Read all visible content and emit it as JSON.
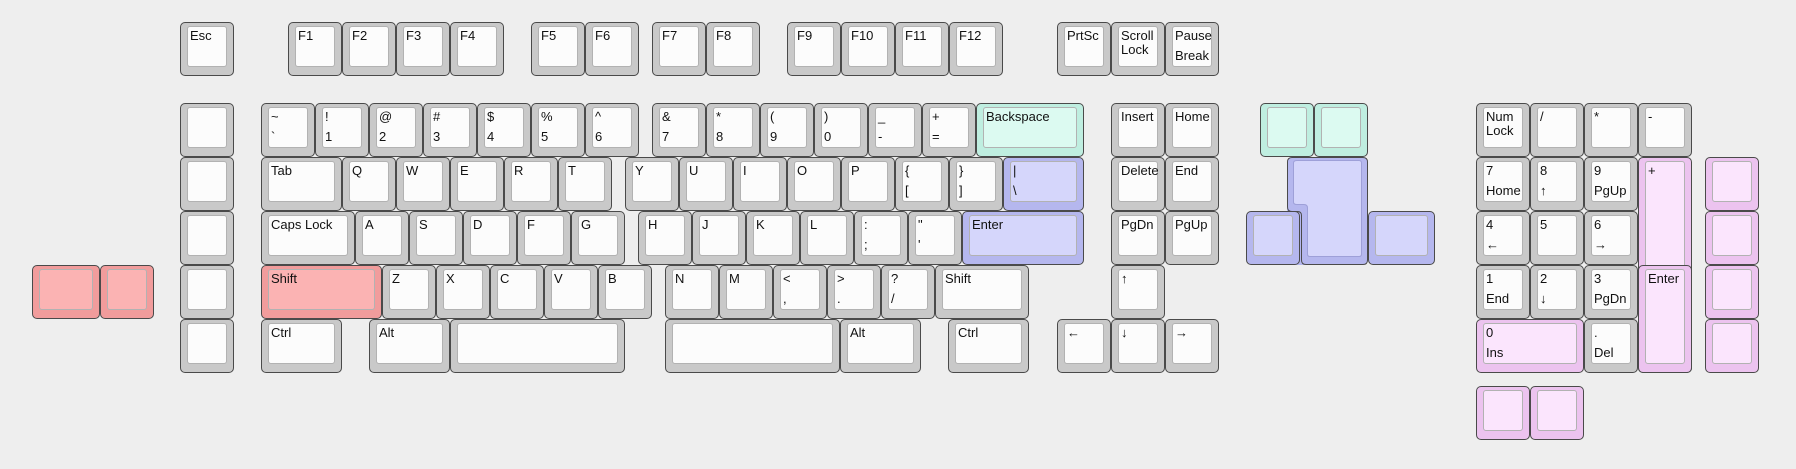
{
  "colors": {
    "background": "#eeeeee",
    "key_default": "#c9c9c9",
    "cap_default": "#fcfcfc",
    "key_red": "#f19c9c",
    "cap_red": "#fbb3b3",
    "key_mint": "#bfeee0",
    "cap_mint": "#dcfaf1",
    "key_blue": "#b5b7ee",
    "cap_blue": "#d5d6fb",
    "key_pink": "#ecc3ef",
    "cap_pink": "#fbe5fd"
  },
  "keys": {
    "esc": "Esc",
    "f1": "F1",
    "f2": "F2",
    "f3": "F3",
    "f4": "F4",
    "f5": "F5",
    "f6": "F6",
    "f7": "F7",
    "f8": "F8",
    "f9": "F9",
    "f10": "F10",
    "f11": "F11",
    "f12": "F12",
    "prtsc": "PrtSc",
    "scroll_lock": "Scroll\nLock",
    "pause_top": "Pause",
    "pause_bottom": "Break",
    "tilde_top": "~",
    "tilde_bottom": "`",
    "n1_top": "!",
    "n1_bottom": "1",
    "n2_top": "@",
    "n2_bottom": "2",
    "n3_top": "#",
    "n3_bottom": "3",
    "n4_top": "$",
    "n4_bottom": "4",
    "n5_top": "%",
    "n5_bottom": "5",
    "n6_top": "^",
    "n6_bottom": "6",
    "n7_top": "&",
    "n7_bottom": "7",
    "n8_top": "*",
    "n8_bottom": "8",
    "n9_top": "(",
    "n9_bottom": "9",
    "n0_top": ")",
    "n0_bottom": "0",
    "minus_top": "_",
    "minus_bottom": "-",
    "equals_top": "+",
    "equals_bottom": "=",
    "backspace": "Backspace",
    "insert": "Insert",
    "home": "Home",
    "tab": "Tab",
    "q": "Q",
    "w": "W",
    "e": "E",
    "r": "R",
    "t": "T",
    "y": "Y",
    "u": "U",
    "i": "I",
    "o": "O",
    "p": "P",
    "lbracket_top": "{",
    "lbracket_bottom": "[",
    "rbracket_top": "}",
    "rbracket_bottom": "]",
    "pipe_top": "|",
    "pipe_bottom": "\\",
    "delete": "Delete",
    "end": "End",
    "caps_lock": "Caps Lock",
    "a": "A",
    "s": "S",
    "d": "D",
    "f": "F",
    "g": "G",
    "h": "H",
    "j": "J",
    "k": "K",
    "l": "L",
    "semicolon_top": ":",
    "semicolon_bottom": ";",
    "quote_top": "\"",
    "quote_bottom": "'",
    "enter": "Enter",
    "pgdn": "PgDn",
    "pgup": "PgUp",
    "lshift": "Shift",
    "z": "Z",
    "x": "X",
    "c": "C",
    "v": "V",
    "b": "B",
    "n": "N",
    "m": "M",
    "comma_top": "<",
    "comma_bottom": ",",
    "period_top": ">",
    "period_bottom": ".",
    "slash_top": "?",
    "slash_bottom": "/",
    "rshift": "Shift",
    "up": "↑",
    "lctrl": "Ctrl",
    "lalt": "Alt",
    "ralt": "Alt",
    "rctrl": "Ctrl",
    "left": "←",
    "down": "↓",
    "right": "→",
    "numlock": "Num\nLock",
    "np_slash": "/",
    "np_star": "*",
    "np_minus": "-",
    "np7_top": "7",
    "np7_bottom": "Home",
    "np8_top": "8",
    "np8_bottom": "↑",
    "np9_top": "9",
    "np9_bottom": "PgUp",
    "np_plus": "+",
    "np4_top": "4",
    "np4_bottom": "←",
    "np5": "5",
    "np6_top": "6",
    "np6_bottom": "→",
    "np1_top": "1",
    "np1_bottom": "End",
    "np2_top": "2",
    "np2_bottom": "↓",
    "np3_top": "3",
    "np3_bottom": "PgDn",
    "np_enter": "Enter",
    "np0_top": "0",
    "np0_bottom": "Ins",
    "npdot_top": ".",
    "npdot_bottom": "Del"
  }
}
